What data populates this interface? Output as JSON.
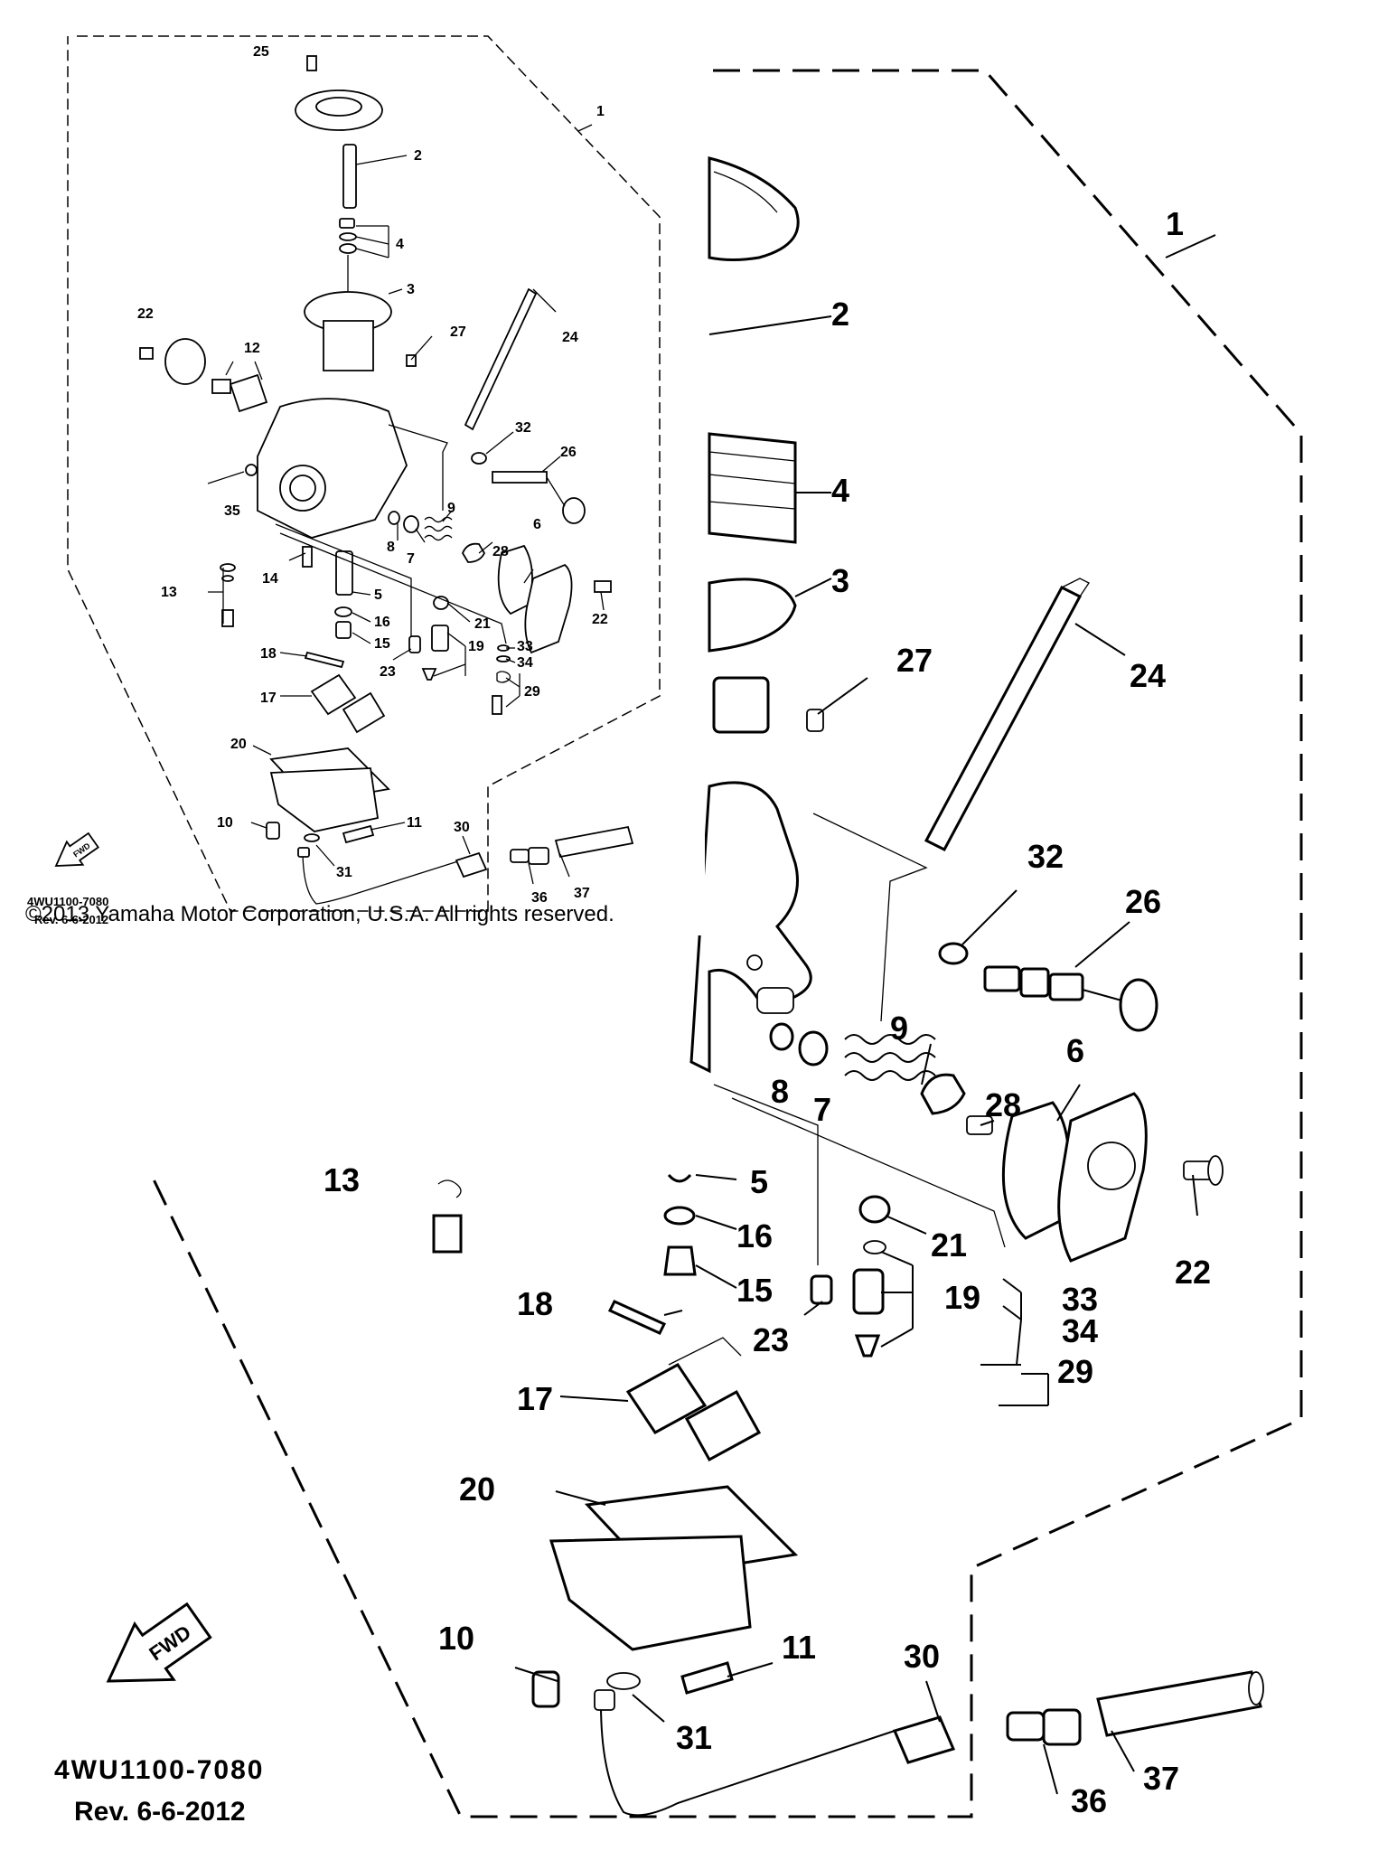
{
  "copyright": "©2013 Yamaha Motor Corporation, U.S.A. All rights reserved.",
  "part_code": "4WU1100-7080",
  "revision": "Rev.  6-6-2012",
  "fwd_label": "FWD",
  "callouts_large": [
    "1",
    "2",
    "3",
    "4",
    "5",
    "6",
    "7",
    "8",
    "9",
    "10",
    "11",
    "13",
    "15",
    "16",
    "17",
    "18",
    "19",
    "20",
    "21",
    "22",
    "23",
    "24",
    "26",
    "27",
    "28",
    "29",
    "30",
    "31",
    "32",
    "33",
    "34",
    "36",
    "37"
  ],
  "callouts_small": [
    "1",
    "2",
    "3",
    "4",
    "5",
    "6",
    "7",
    "8",
    "9",
    "10",
    "11",
    "12",
    "13",
    "14",
    "15",
    "16",
    "17",
    "18",
    "19",
    "20",
    "21",
    "22",
    "22",
    "23",
    "24",
    "25",
    "26",
    "27",
    "28",
    "29",
    "30",
    "31",
    "32",
    "33",
    "34",
    "35",
    "36",
    "37"
  ]
}
